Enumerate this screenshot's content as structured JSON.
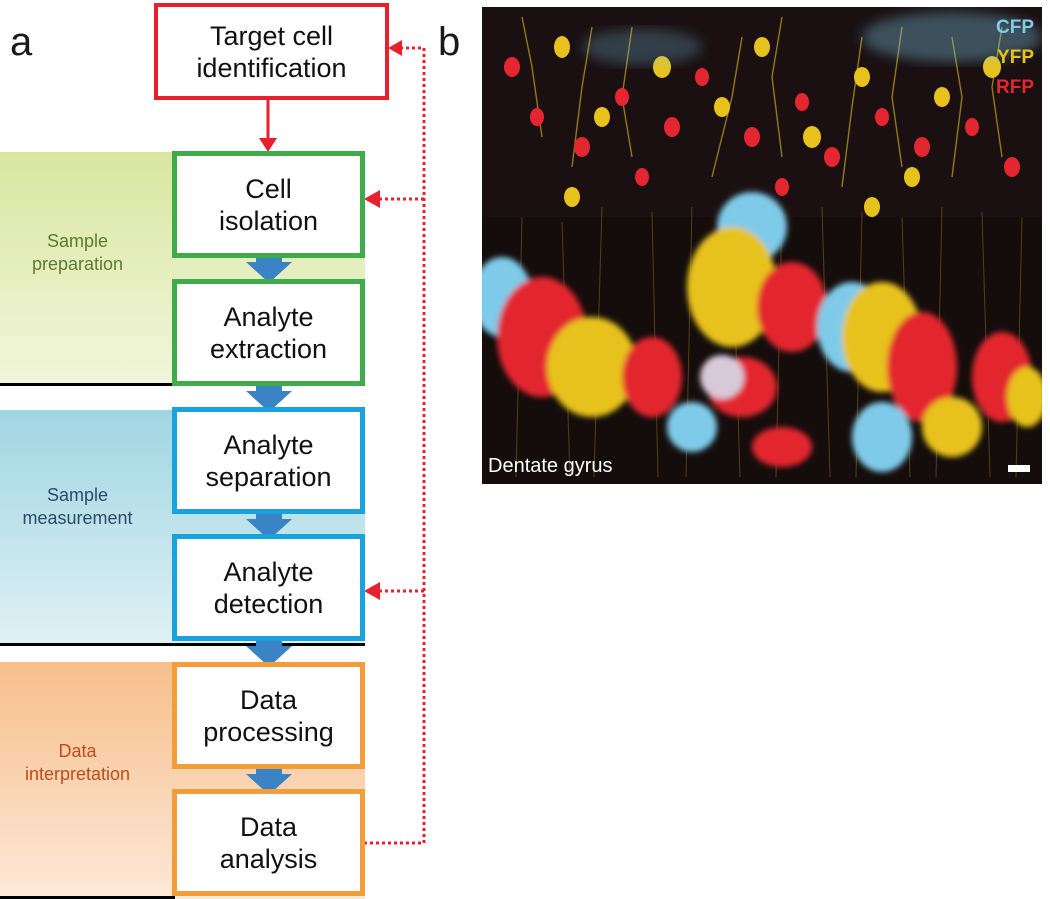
{
  "panels": {
    "a": "a",
    "b": "b"
  },
  "phases": [
    {
      "label": "Sample\npreparation",
      "color": "#5d7a2e",
      "bg_top": "#d9e6a0",
      "bg_bottom": "#f2f6dc"
    },
    {
      "label": "Sample\nmeasurement",
      "color": "#2d4a66",
      "bg_top": "#9fd6e2",
      "bg_bottom": "#e0f1f5"
    },
    {
      "label": "Data\ninterpretation",
      "color": "#c24a1b",
      "bg_top": "#f6bf8a",
      "bg_bottom": "#fde8d8"
    }
  ],
  "steps": {
    "target": "Target cell\nidentification",
    "isolation": "Cell\nisolation",
    "extraction": "Analyte\nextraction",
    "separation": "Analyte\nseparation",
    "detection": "Analyte\ndetection",
    "processing": "Data\nprocessing",
    "analysis": "Data\nanalysis"
  },
  "colors": {
    "red": "#e8202e",
    "green": "#3eac4a",
    "blue": "#18a3dc",
    "orange": "#f39c3a",
    "arrow_blue": "#3a84c6"
  },
  "micrograph": {
    "legend": [
      {
        "label": "CFP",
        "color": "#7ecbe9"
      },
      {
        "label": "YFP",
        "color": "#e8c21c"
      },
      {
        "label": "RFP",
        "color": "#e3262f"
      }
    ],
    "caption": "Dentate gyrus"
  }
}
